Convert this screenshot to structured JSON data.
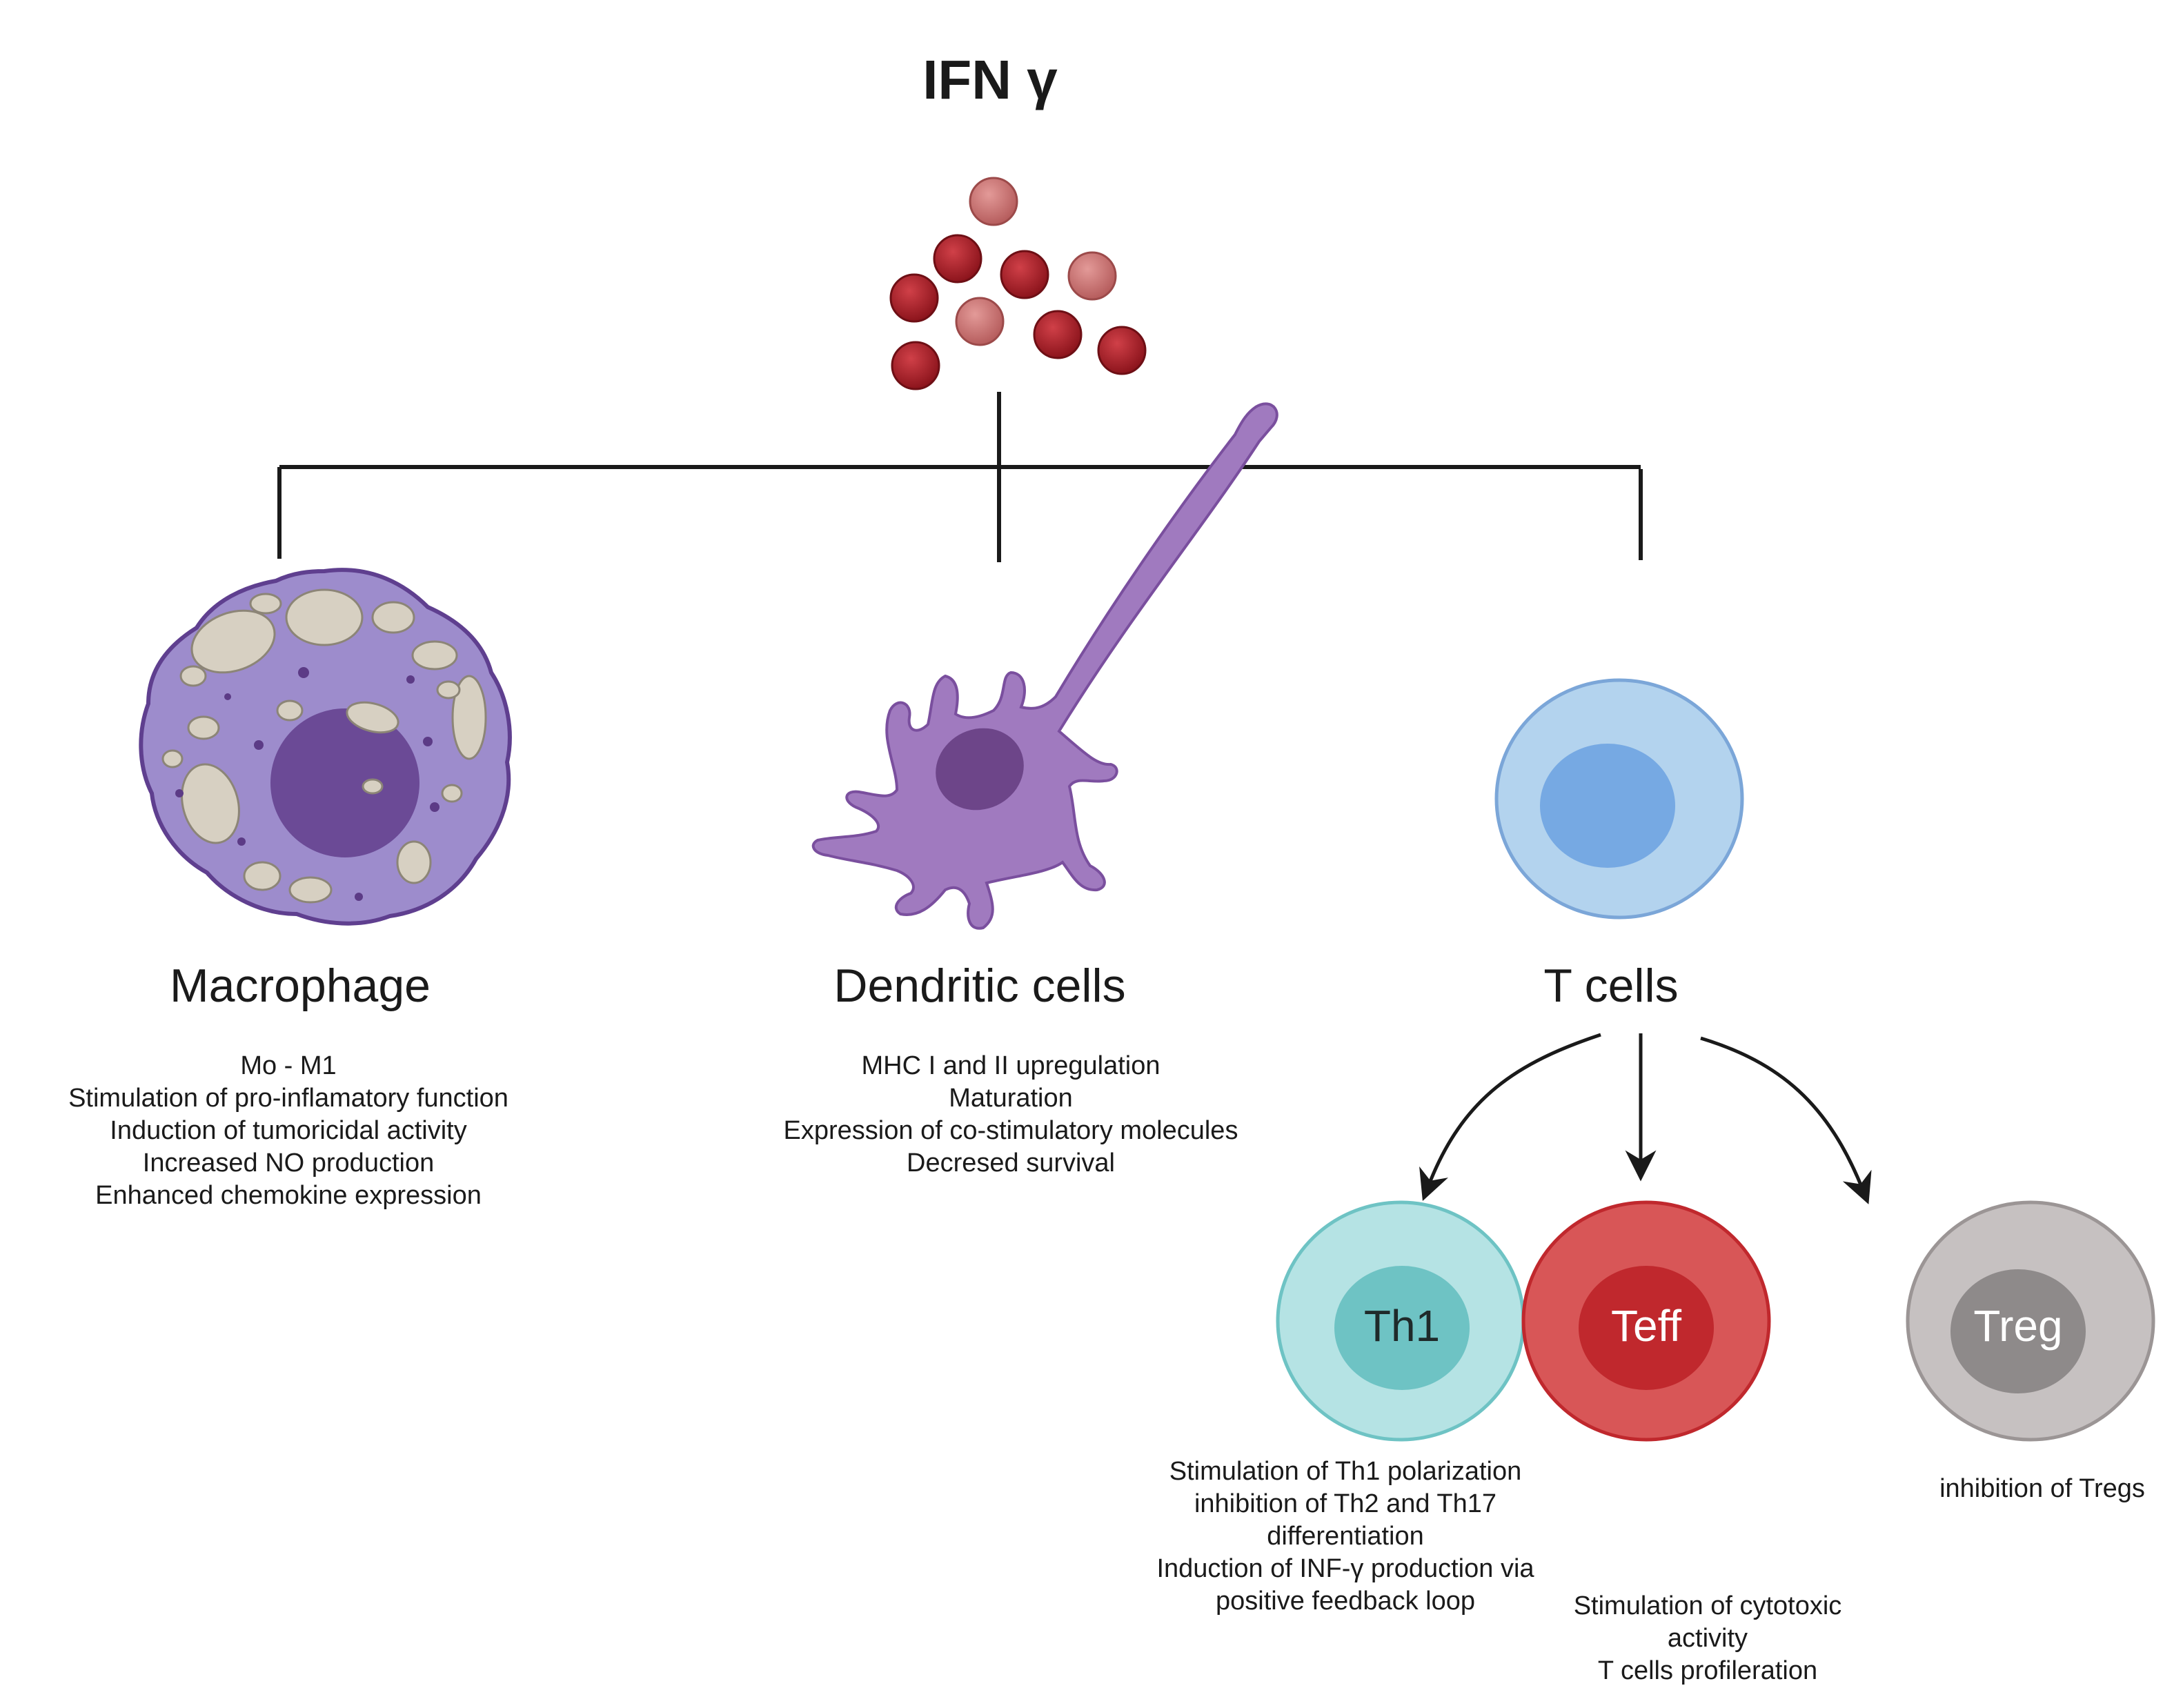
{
  "title": "IFN γ",
  "cells": {
    "macrophage": {
      "label": "Macrophage",
      "effects": [
        "Mo - M1",
        "Stimulation of pro-inflamatory function",
        "Induction of tumoricidal activity",
        "Increased NO production",
        "Enhanced chemokine expression"
      ]
    },
    "dendritic": {
      "label": "Dendritic cells",
      "effects": [
        "MHC I and II upregulation",
        "Maturation",
        "Expression of co-stimulatory molecules",
        "Decresed survival"
      ]
    },
    "tcells": {
      "label": "T cells"
    }
  },
  "subsets": {
    "th1": {
      "label": "Th1",
      "effects": [
        "Stimulation of Th1 polarization",
        "inhibition of Th2 and Th17",
        "differentiation",
        "Induction of INF-γ production via",
        "positive feedback loop"
      ]
    },
    "teff": {
      "label": "Teff",
      "effects": [
        "Stimulation of cytotoxic",
        "activity",
        "T cells profileration"
      ]
    },
    "treg": {
      "label": "Treg",
      "effects": [
        "inhibition of Tregs"
      ]
    }
  },
  "colors": {
    "ifn_dark": "#9e1a22",
    "ifn_light": "#c96a6a",
    "macrophage": "#9d8ccc",
    "macrophage_nucleus": "#6b4a96",
    "dendritic": "#a07abf",
    "tcell": "#b3d3ee",
    "tcell_nucleus": "#76a9e3",
    "th1": "#b5e3e4",
    "th1_nucleus": "#6ec3c4",
    "teff": "#d85657",
    "teff_nucleus": "#c0282d",
    "treg": "#c6c1c1",
    "treg_nucleus": "#8e8a8a"
  }
}
